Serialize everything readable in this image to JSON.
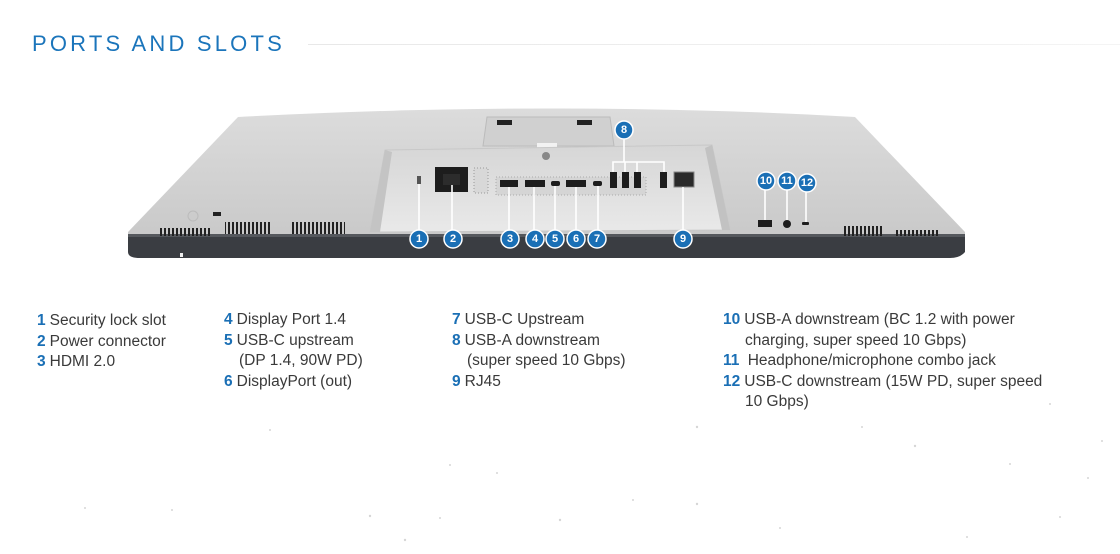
{
  "header": {
    "title": "PORTS AND SLOTS"
  },
  "accent_color": "#1a6fb5",
  "callouts": [
    "1",
    "2",
    "3",
    "4",
    "5",
    "6",
    "7",
    "8",
    "9",
    "10",
    "11",
    "12"
  ],
  "legend": {
    "col1": [
      {
        "num": "1",
        "text": "Security lock slot"
      },
      {
        "num": "2",
        "text": "Power connector"
      },
      {
        "num": "3",
        "text": "HDMI 2.0"
      }
    ],
    "col2": [
      {
        "num": "4",
        "text": "Display Port 1.4"
      },
      {
        "num": "5",
        "text": "USB-C upstream",
        "cont": "(DP 1.4, 90W PD)"
      },
      {
        "num": "6",
        "text": "DisplayPort (out)"
      }
    ],
    "col3": [
      {
        "num": "7",
        "text": "USB-C Upstream"
      },
      {
        "num": "8",
        "text": "USB-A downstream",
        "cont": "(super speed 10 Gbps)"
      },
      {
        "num": "9",
        "text": "RJ45"
      }
    ],
    "col4": [
      {
        "num": "10",
        "text": "USB-A downstream (BC 1.2 with power",
        "cont": "charging, super speed 10 Gbps)"
      },
      {
        "num": "11",
        "text": " Headphone/microphone combo jack"
      },
      {
        "num": "12",
        "text": "USB-C downstream (15W PD, super speed",
        "cont": "10 Gbps)"
      }
    ]
  }
}
